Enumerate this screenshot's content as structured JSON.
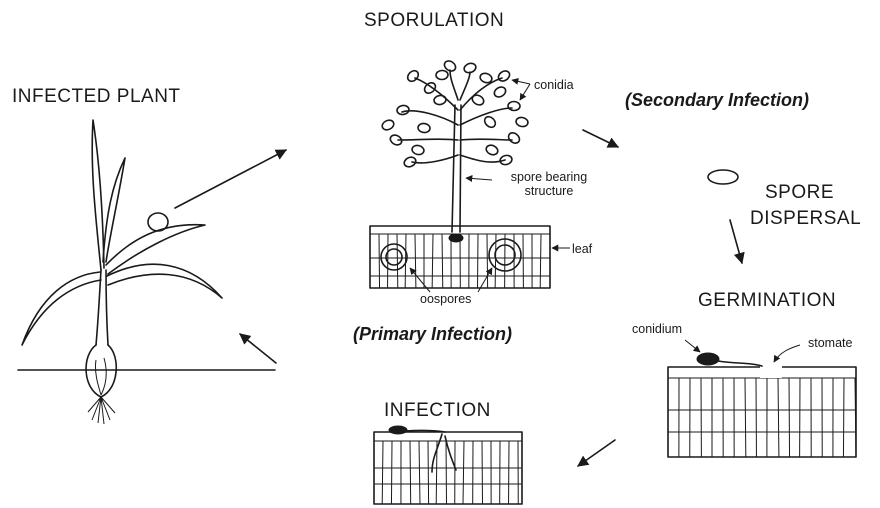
{
  "stages": {
    "infected_plant": "INFECTED PLANT",
    "sporulation": "SPORULATION",
    "spore_dispersal_line1": "SPORE",
    "spore_dispersal_line2": "DISPERSAL",
    "germination": "GERMINATION",
    "infection": "INFECTION"
  },
  "infection_types": {
    "secondary": "(Secondary Infection)",
    "primary": "(Primary Infection)"
  },
  "annotations": {
    "conidia": "conidia",
    "spore_bearing_line1": "spore bearing",
    "spore_bearing_line2": "structure",
    "leaf": "leaf",
    "oospores": "oospores",
    "conidium": "conidium",
    "stomate": "stomate"
  }
}
